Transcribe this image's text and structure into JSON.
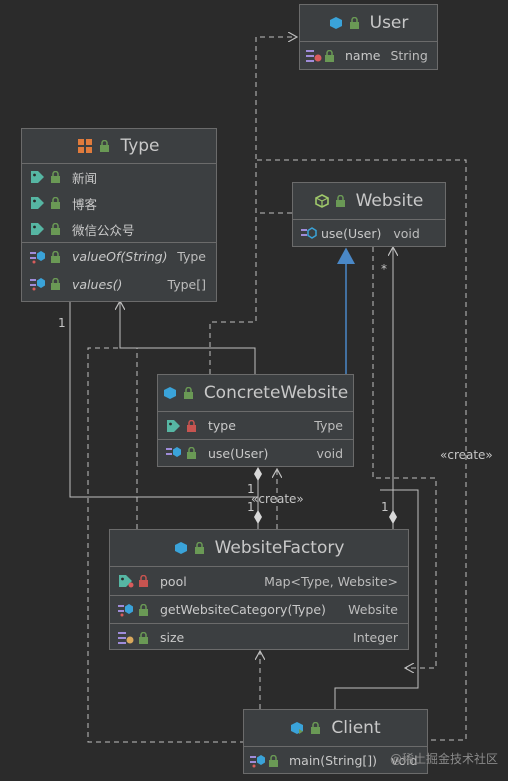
{
  "classes": {
    "user": {
      "name": "User",
      "fields": [
        {
          "name": "name",
          "type": "String"
        }
      ]
    },
    "type": {
      "name": "Type",
      "constants": [
        "新闻",
        "博客",
        "微信公众号"
      ],
      "methods": [
        {
          "name": "valueOf(String)",
          "type": "Type"
        },
        {
          "name": "values()",
          "type": "Type[]"
        }
      ]
    },
    "website": {
      "name": "Website",
      "methods": [
        {
          "name": "use(User)",
          "type": "void"
        }
      ]
    },
    "concrete": {
      "name": "ConcreteWebsite",
      "fields": [
        {
          "name": "type",
          "type": "Type"
        }
      ],
      "methods": [
        {
          "name": "use(User)",
          "type": "void"
        }
      ]
    },
    "factory": {
      "name": "WebsiteFactory",
      "fields": [
        {
          "name": "pool",
          "type": "Map<Type, Website>"
        }
      ],
      "methods": [
        {
          "name": "getWebsiteCategory(Type)",
          "type": "Website"
        }
      ],
      "properties": [
        {
          "name": "size",
          "type": "Integer"
        }
      ]
    },
    "client": {
      "name": "Client",
      "methods": [
        {
          "name": "main(String[])",
          "type": "void"
        }
      ]
    }
  },
  "labels": {
    "create1": "«create»",
    "create2": "«create»",
    "mult_type": "1",
    "mult_website": "*",
    "mult_conc_1": "1",
    "mult_conc_2": "1",
    "mult_web_1": "1"
  },
  "watermark": "@稀土掘金技术社区",
  "colors": {
    "background": "#2b2b2b",
    "box": "#3c3f41",
    "border": "#6b6b6b",
    "line": "#bfbfbf",
    "realization": "#4a88c7",
    "lock_green": "#6a9955",
    "lock_red": "#c75450"
  }
}
